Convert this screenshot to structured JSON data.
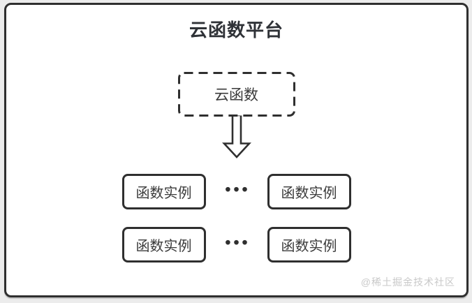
{
  "diagram": {
    "title": "云函数平台",
    "cloud_function_label": "云函数",
    "rows": [
      {
        "left_label": "函数实例",
        "dots": "•••",
        "right_label": "函数实例"
      },
      {
        "left_label": "函数实例",
        "dots": "•••",
        "right_label": "函数实例"
      }
    ],
    "watermark": "@稀土掘金技术社区",
    "colors": {
      "stroke": "#2f2f2f",
      "text": "#3a3a3a",
      "watermark_text": "#c9c9c9",
      "canvas_background": "#ffffff",
      "page_background": "#ececec"
    }
  }
}
